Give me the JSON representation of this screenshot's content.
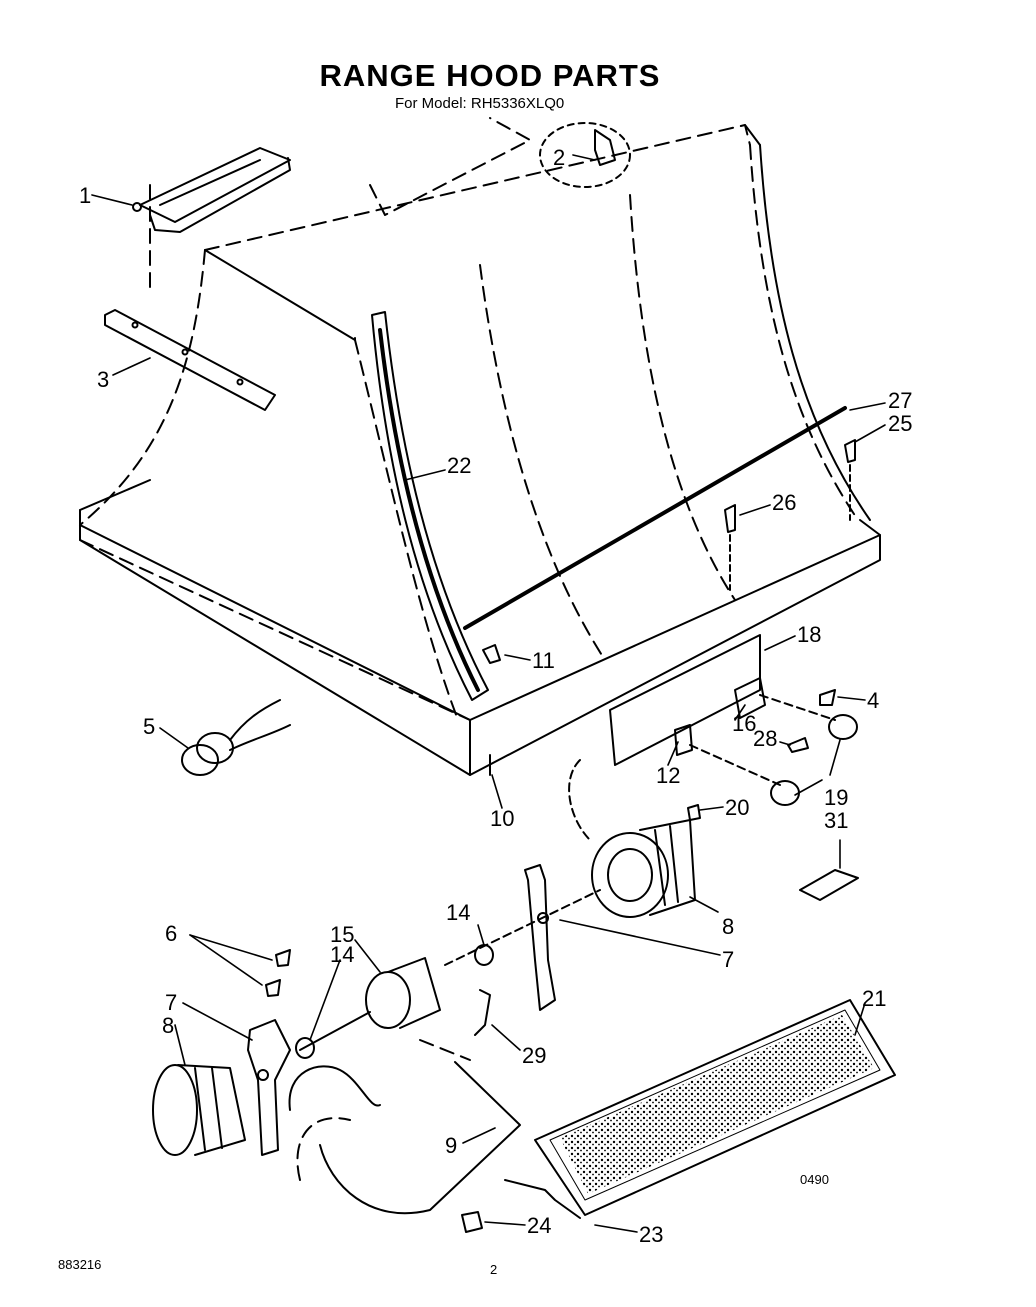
{
  "header": {
    "title": "RANGE HOOD PARTS",
    "model_line": "For Model: RH5336XLQ0"
  },
  "footer": {
    "doc_number": "883216",
    "page_number": "2",
    "date_code": "0490"
  },
  "callouts": [
    "1",
    "2",
    "3",
    "22",
    "27",
    "25",
    "26",
    "11",
    "18",
    "4",
    "5",
    "16",
    "28",
    "12",
    "10",
    "20",
    "19",
    "31",
    "14",
    "8",
    "7",
    "6",
    "15",
    "14",
    "29",
    "21",
    "7",
    "8",
    "9",
    "24",
    "23"
  ]
}
